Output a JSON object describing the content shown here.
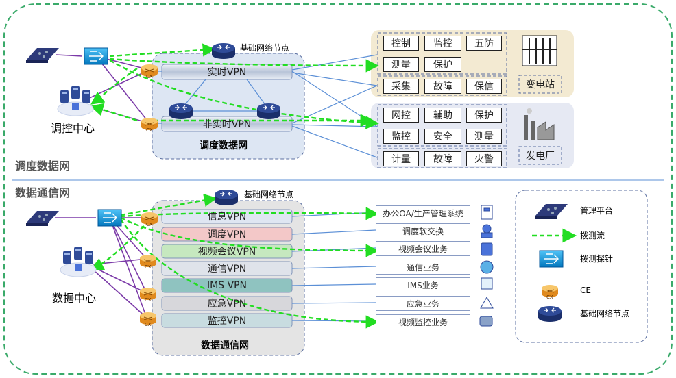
{
  "sections": {
    "dispatch_network_label": "调度数据网",
    "data_comm_network_label": "数据通信网"
  },
  "top": {
    "node_label": "基础网络节点",
    "center_label": "调控中心",
    "vpn_realtime": "实时VPN",
    "vpn_nonrealtime": "非实时VPN",
    "network_label": "调度数据网",
    "substation": {
      "label": "变电站",
      "row1": [
        "控制",
        "监控",
        "五防"
      ],
      "row2": [
        "测量",
        "保护"
      ],
      "row3": [
        "采集",
        "故障",
        "保信"
      ]
    },
    "powerplant": {
      "label": "发电厂",
      "row1": [
        "网控",
        "辅助",
        "保护"
      ],
      "row2": [
        "监控",
        "安全",
        "测量"
      ],
      "row3": [
        "计量",
        "故障",
        "火警"
      ]
    }
  },
  "bottom": {
    "node_label": "基础网络节点",
    "center_label": "数据中心",
    "network_label": "数据通信网",
    "vpns": [
      "信息VPN",
      "调度VPN",
      "视频会议VPN",
      "通信VPN",
      "IMS VPN",
      "应急VPN",
      "监控VPN"
    ],
    "services": [
      "办公OA/生产管理系统",
      "调度软交换",
      "视频会议业务",
      "通信业务",
      "IMS业务",
      "应急业务",
      "视频监控业务"
    ]
  },
  "legend": {
    "items": [
      {
        "label": "管理平台",
        "icon": "management-platform-icon"
      },
      {
        "label": "拨测流",
        "icon": "probe-flow-arrow-icon"
      },
      {
        "label": "拨测探针",
        "icon": "probe-icon"
      },
      {
        "label": "CE",
        "icon": "ce-router-icon"
      },
      {
        "label": "基础网络节点",
        "icon": "router-node-icon"
      }
    ]
  },
  "glyphs": {
    "ce": "CX",
    "router": "ROUTER"
  },
  "colors": {
    "outer_border": "#3aaa6a",
    "probe_flow": "#22dd22",
    "link_blue": "#5b8fd6",
    "link_purple": "#7b3aa8",
    "ce_orange": "#f2a83a",
    "substation_bg": "#f3ead2",
    "powerplant_bg": "#e6e9f3",
    "vpn_colors": [
      "#dfe6f2",
      "#f3c8c8",
      "#c6e8bf",
      "#dfe3ea",
      "#8fc3c0",
      "#d7d7db",
      "#c8dce0"
    ]
  }
}
